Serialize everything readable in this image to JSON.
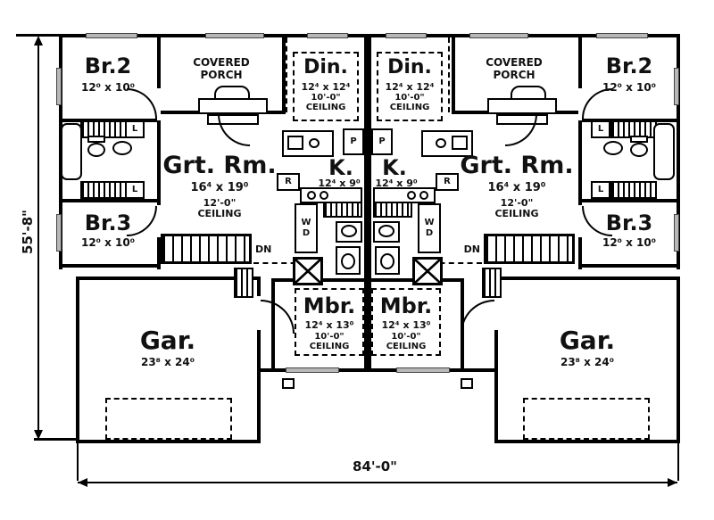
{
  "colors": {
    "ink": "#000000",
    "paper": "#ffffff",
    "window_fill": "#b8b8b8"
  },
  "dimensions": {
    "height": "55'-8\"",
    "width": "84'-0\""
  },
  "rooms": {
    "br2": {
      "label": "Br.2",
      "size": "12⁰ x 10⁰"
    },
    "br3": {
      "label": "Br.3",
      "size": "12⁰ x 10⁰"
    },
    "porch": {
      "line1": "COVERED",
      "line2": "PORCH"
    },
    "great": {
      "label": "Grt. Rm.",
      "size": "16⁴ x 19⁰",
      "ceiling": "12'-0\"",
      "ceiling_word": "CEILING"
    },
    "dining": {
      "label": "Din.",
      "size": "12⁴ x 12⁴",
      "ceiling": "10'-0\"",
      "ceiling_word": "CEILING"
    },
    "kitchen": {
      "label": "K.",
      "size": "12⁴ x 9⁰"
    },
    "master": {
      "label": "Mbr.",
      "size": "12⁴ x 13⁰",
      "ceiling": "10'-0\"",
      "ceiling_word": "CEILING"
    },
    "garage": {
      "label": "Gar.",
      "size": "23⁸ x 24⁰"
    }
  },
  "tags": {
    "pantry": "P",
    "range": "R",
    "linen": "L",
    "washer": "W",
    "dryer": "D",
    "stairs_down": "DN"
  }
}
